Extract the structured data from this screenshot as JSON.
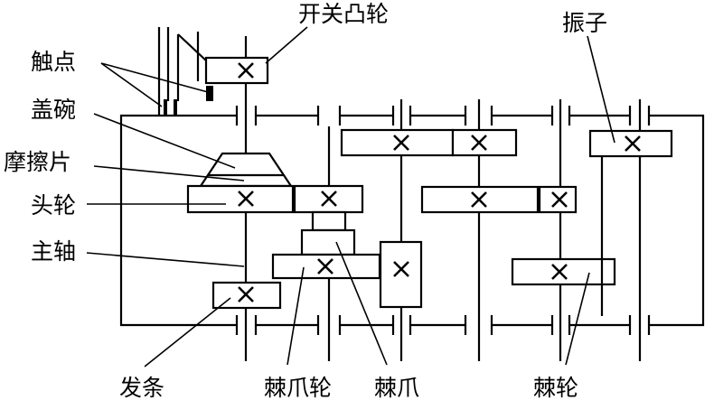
{
  "labels": {
    "switch_cam": "开关凸轮",
    "contacts": "触点",
    "cover_bowl": "盖碗",
    "friction_plate": "摩擦片",
    "head_wheel": "头轮",
    "main_shaft": "主轴",
    "mainspring": "发条",
    "ratchet_gear": "棘爪轮",
    "pawl": "棘爪",
    "ratchet_wheel": "棘轮",
    "vibrator": "振子"
  },
  "colors": {
    "line": "#000000",
    "background": "#ffffff"
  }
}
